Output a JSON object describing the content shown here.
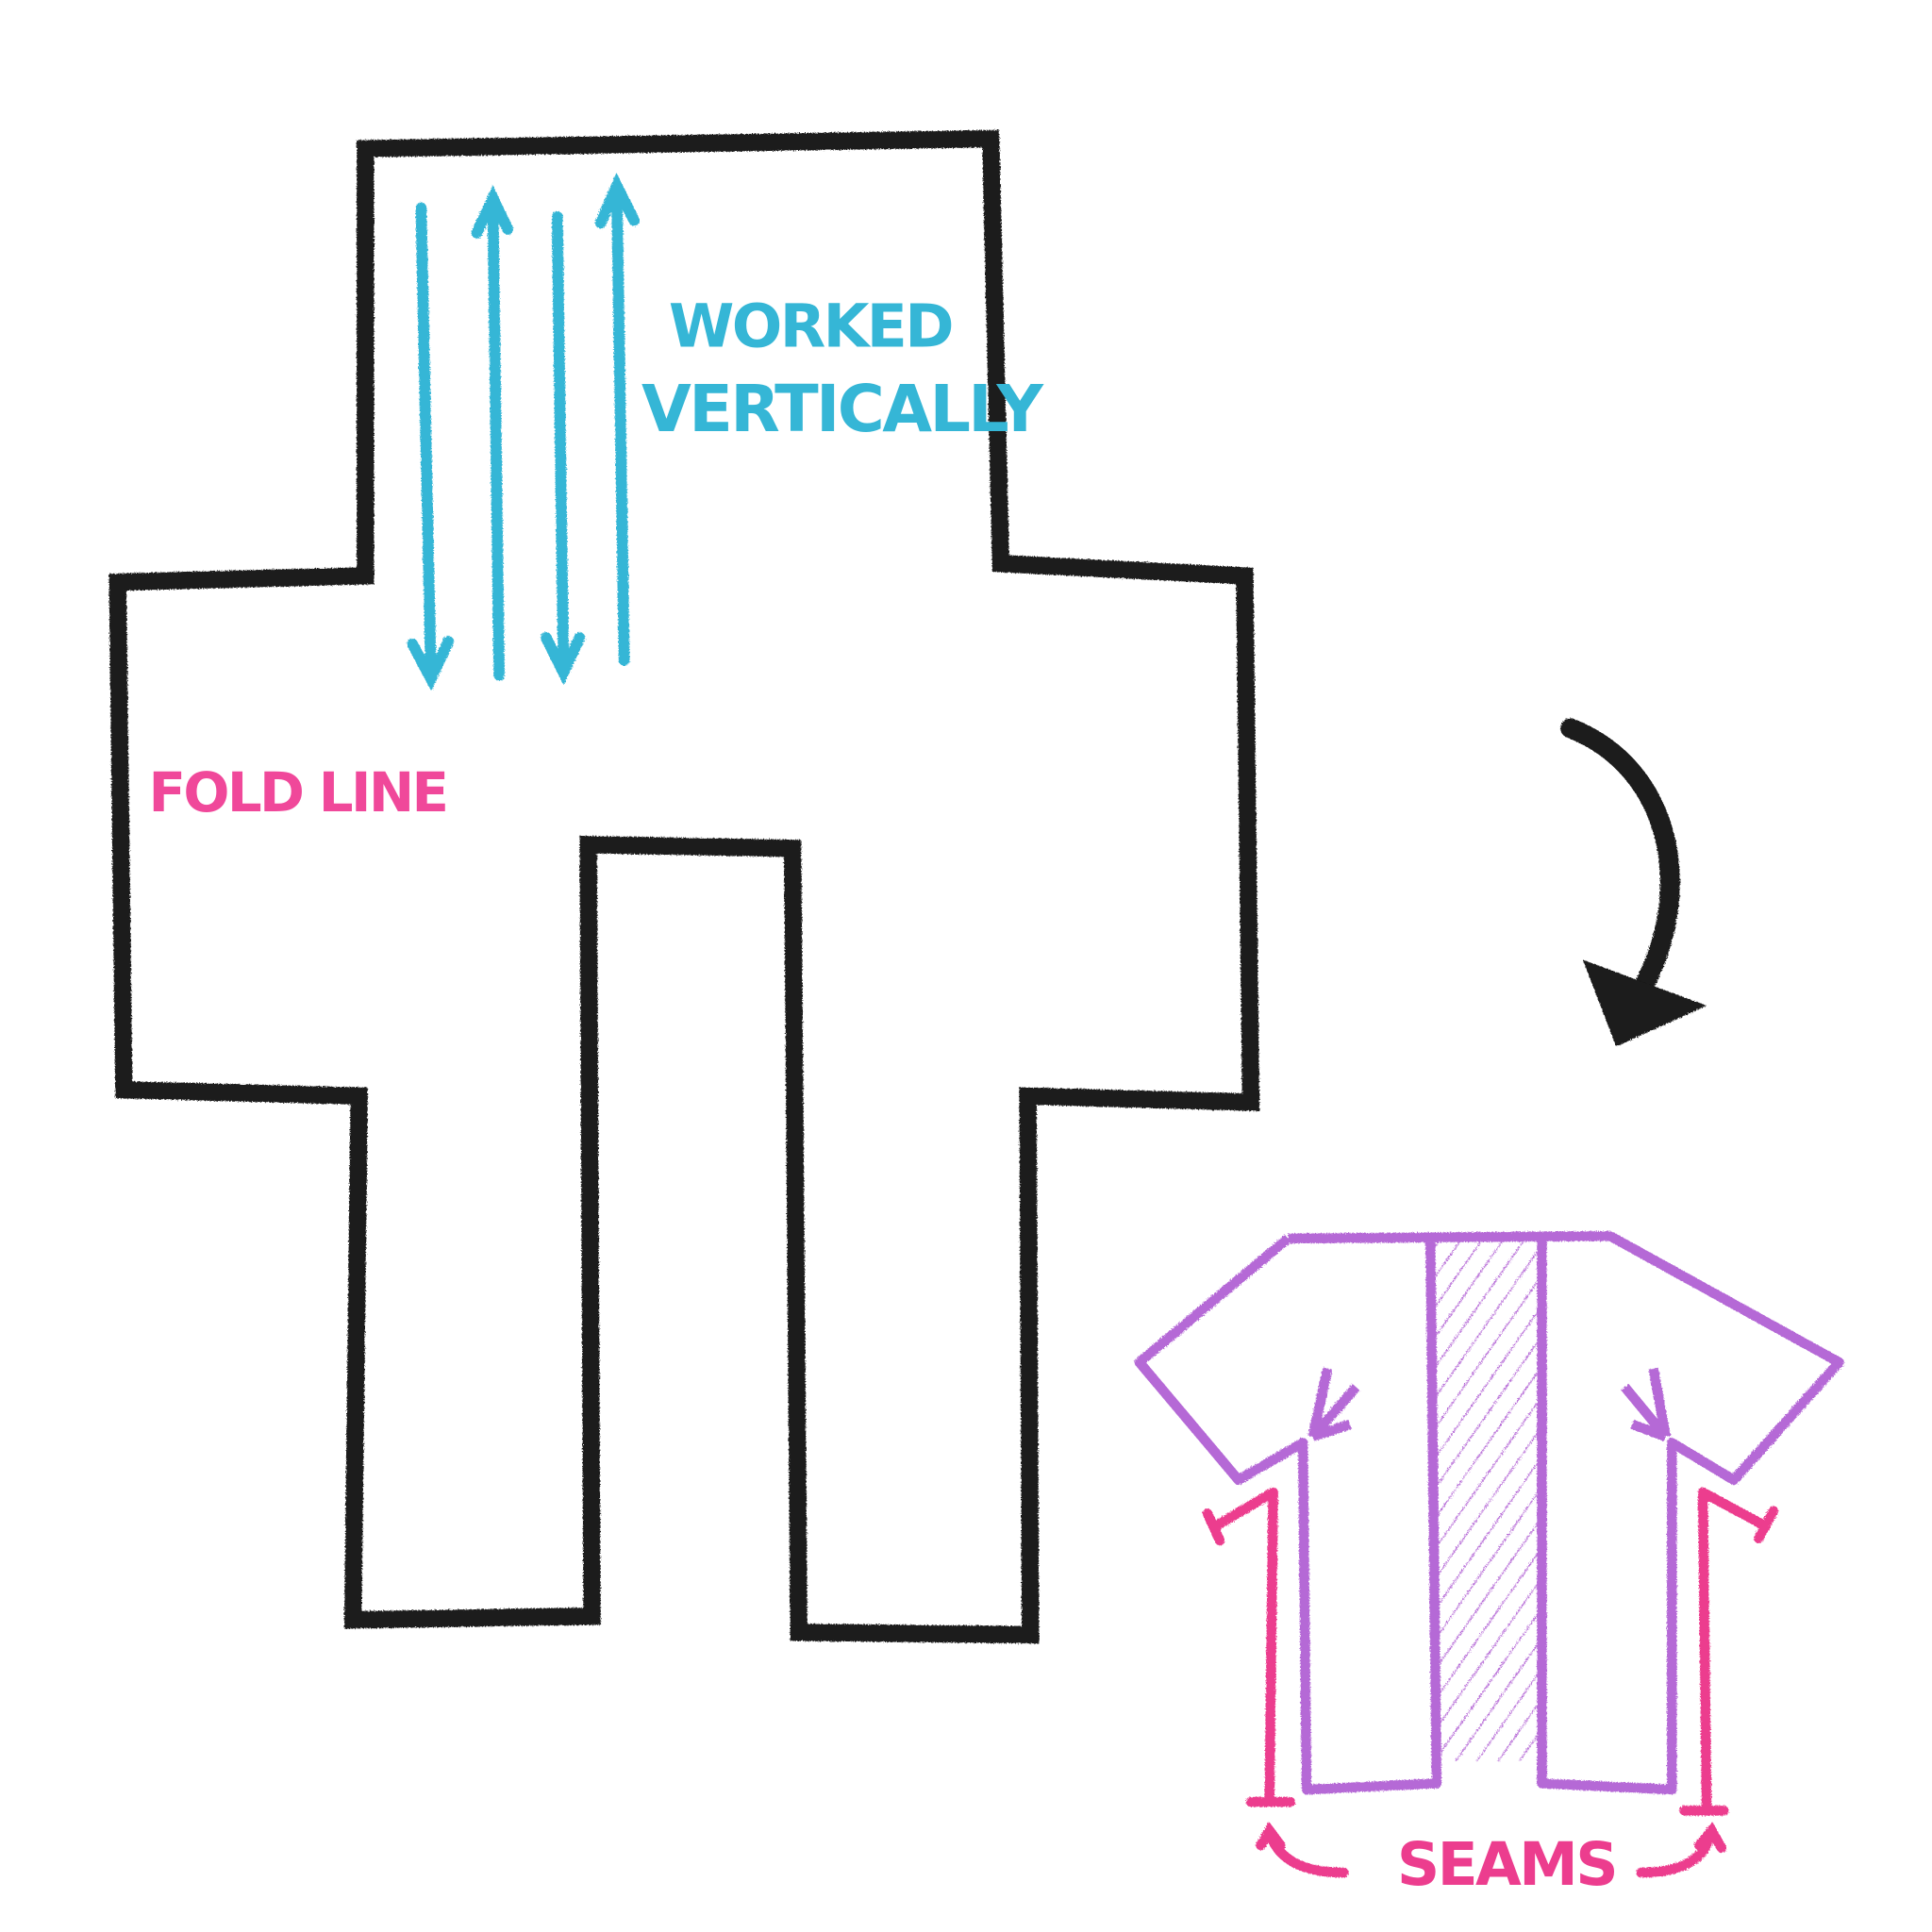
{
  "labels": {
    "worked_line1": "WORKED",
    "worked_line2": "VERTICALLY",
    "fold_line": "FOLD LINE",
    "seams": "SEAMS"
  },
  "colors": {
    "outline": "#1a1a1a",
    "direction_arrows": "#35b6d6",
    "fold_line": "#f0489a",
    "garment": "#b569d6",
    "seams": "#ec3d8e"
  }
}
